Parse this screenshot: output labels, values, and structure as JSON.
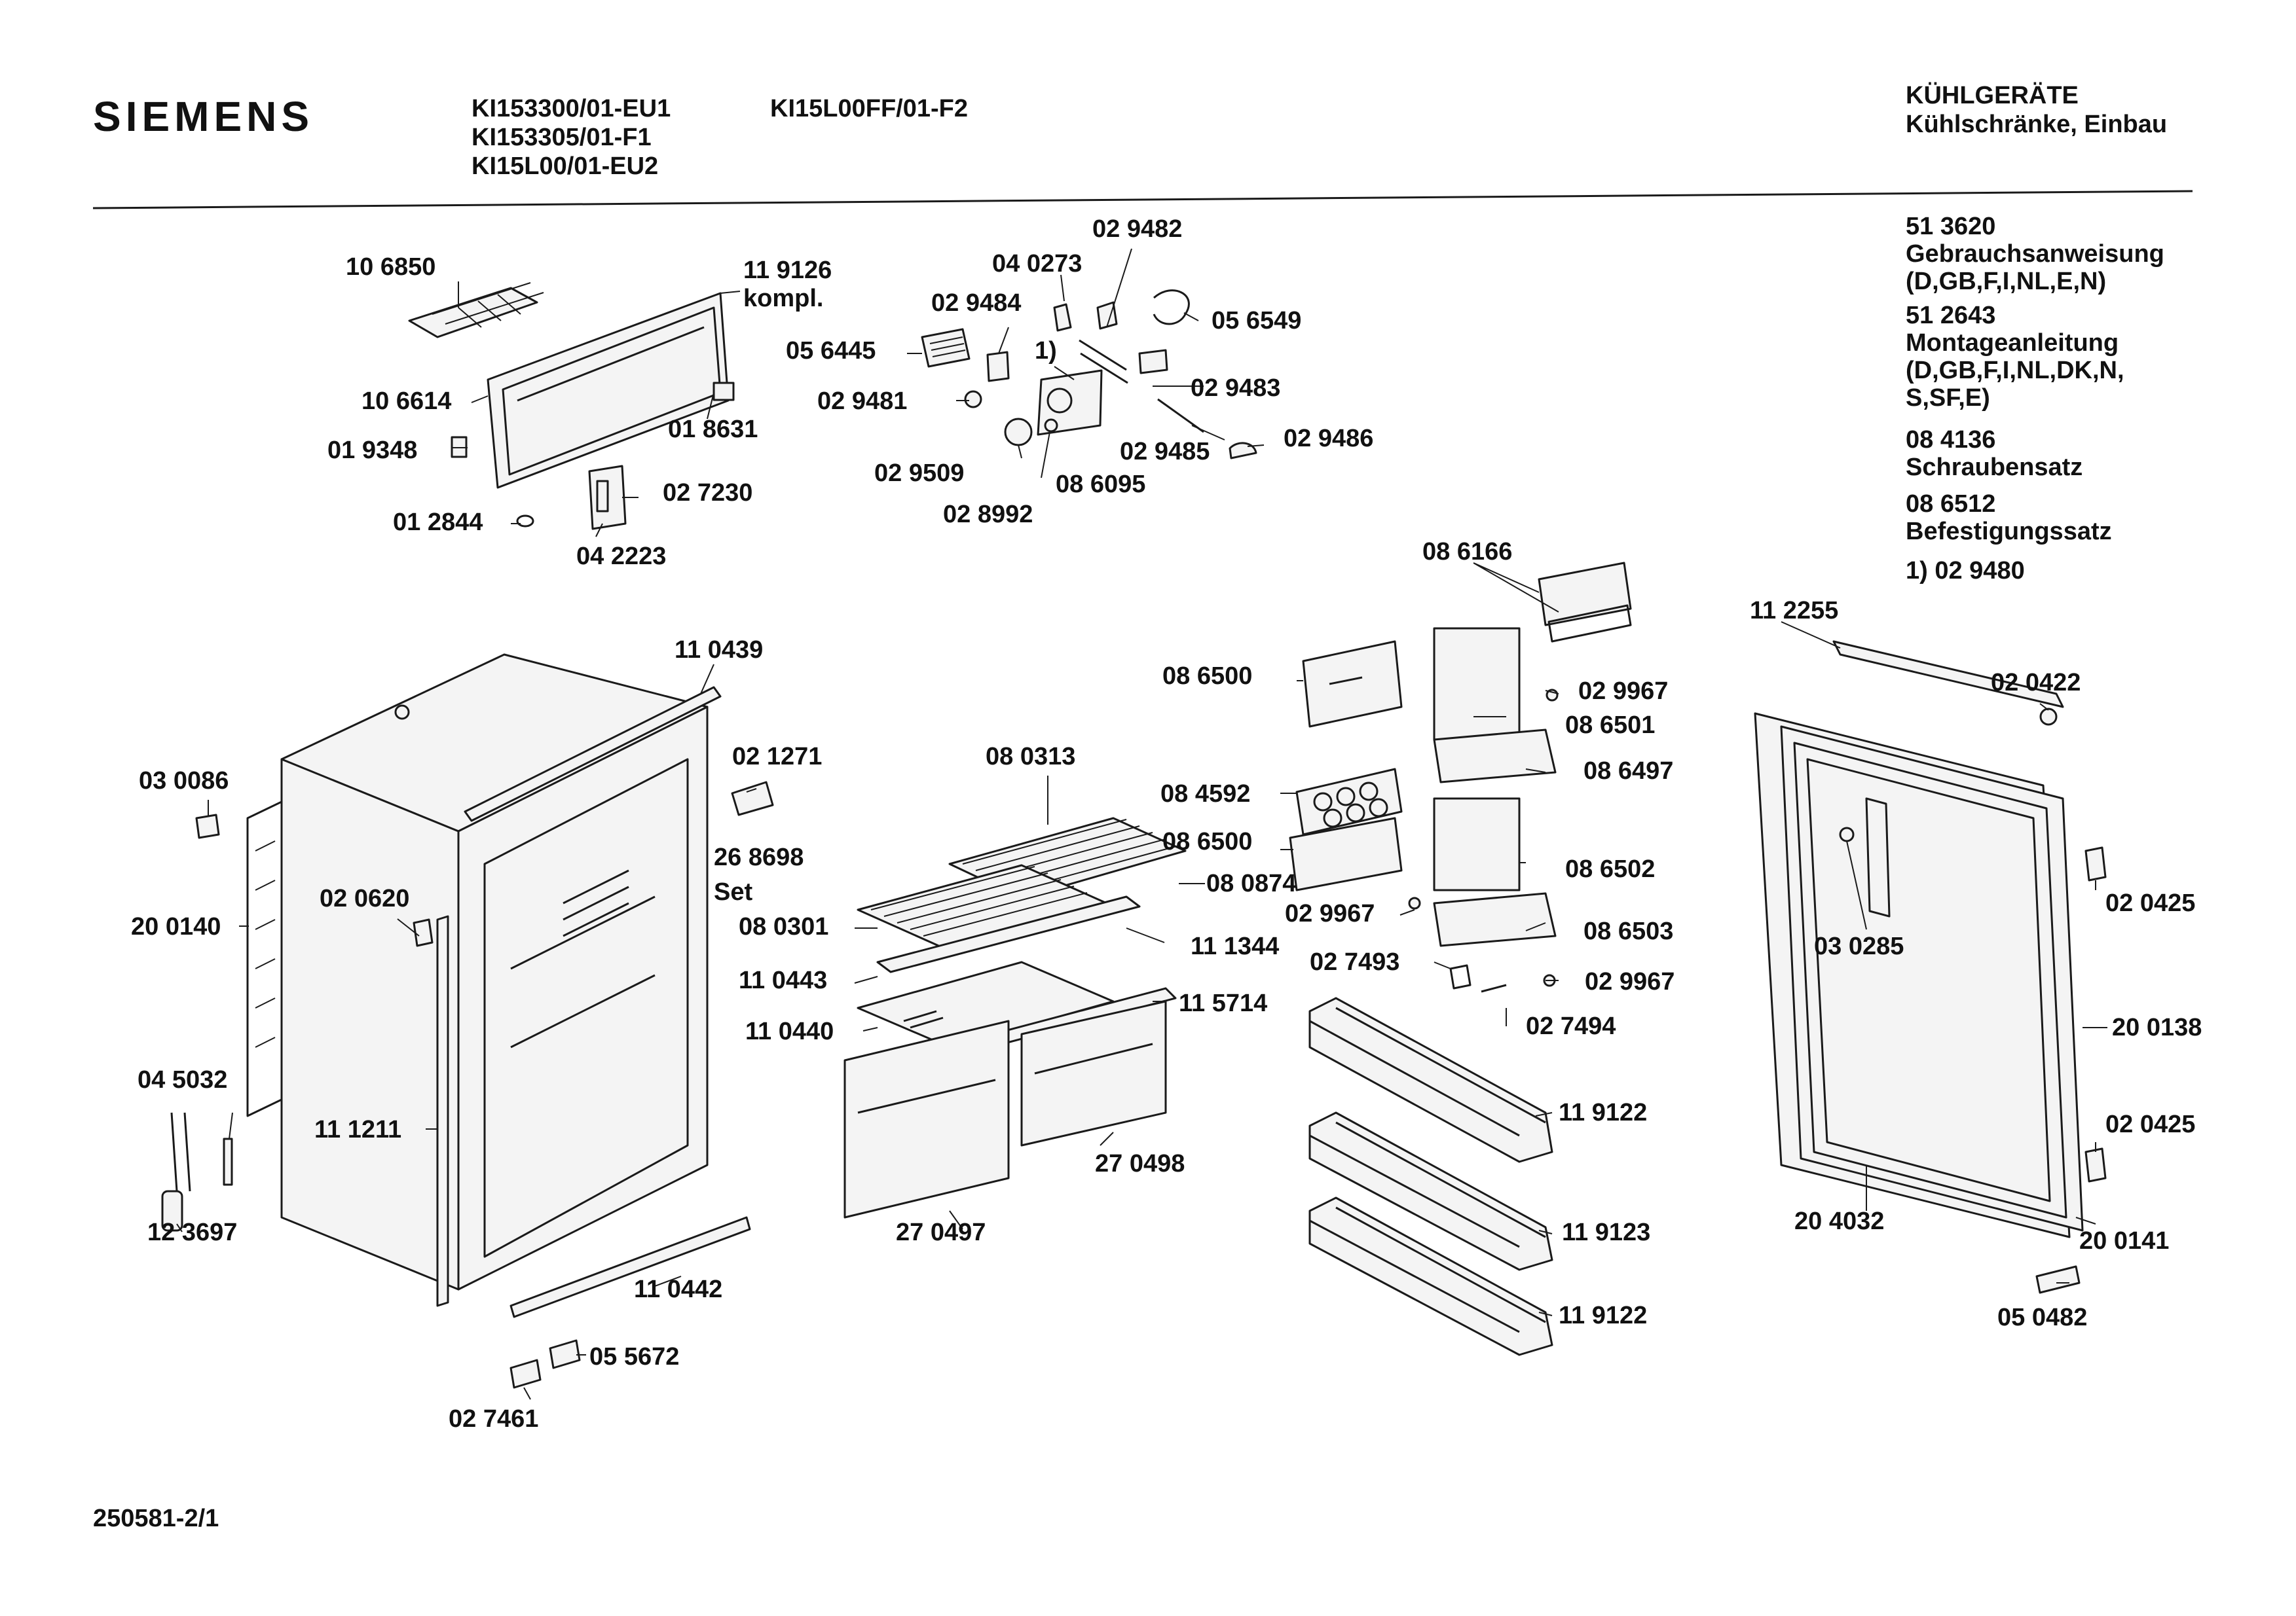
{
  "header": {
    "brand": "SIEMENS",
    "models": [
      "KI153300/01-EU1",
      "KI153305/01-F1",
      "KI15L00/01-EU2",
      "KI15L00FF/01-F2"
    ],
    "category": "KÜHLGERÄTE",
    "subcategory": "Kühlschränke, Einbau"
  },
  "documents": {
    "lines": [
      "51 3620",
      "Gebrauchsanweisung",
      "(D,GB,F,I,NL,E,N)",
      "51 2643",
      "Montageanleitung",
      "(D,GB,F,I,NL,DK,N,",
      "S,SF,E)",
      "08 4136",
      "Schraubensatz",
      "08 6512",
      "Befestigungssatz",
      "1)  02 9480"
    ]
  },
  "footer": {
    "drawing_number": "250581-2/1"
  },
  "parts": [
    {
      "id": "p1",
      "label": "10 6850"
    },
    {
      "id": "p2",
      "label": "11 9126"
    },
    {
      "id": "p3",
      "label": "kompl."
    },
    {
      "id": "p4",
      "label": "10 6614"
    },
    {
      "id": "p5",
      "label": "01 9348"
    },
    {
      "id": "p6",
      "label": "01 8631"
    },
    {
      "id": "p7",
      "label": "02 7230"
    },
    {
      "id": "p8",
      "label": "01 2844"
    },
    {
      "id": "p9",
      "label": "04 2223"
    },
    {
      "id": "p10",
      "label": "02 9482"
    },
    {
      "id": "p11",
      "label": "04 0273"
    },
    {
      "id": "p12",
      "label": "02 9484"
    },
    {
      "id": "p13",
      "label": "05 6549"
    },
    {
      "id": "p14",
      "label": "05 6445"
    },
    {
      "id": "p15",
      "label": "1)"
    },
    {
      "id": "p16",
      "label": "02 9483"
    },
    {
      "id": "p17",
      "label": "02 9481"
    },
    {
      "id": "p18",
      "label": "02 9486"
    },
    {
      "id": "p19",
      "label": "02 9485"
    },
    {
      "id": "p20",
      "label": "02 9509"
    },
    {
      "id": "p21",
      "label": "08 6095"
    },
    {
      "id": "p22",
      "label": "02 8992"
    },
    {
      "id": "p23",
      "label": "08 6166"
    },
    {
      "id": "p24",
      "label": "11 0439"
    },
    {
      "id": "p25",
      "label": "08 6500"
    },
    {
      "id": "p26",
      "label": "02 9967"
    },
    {
      "id": "p27",
      "label": "08 6501"
    },
    {
      "id": "p28",
      "label": "03 0086"
    },
    {
      "id": "p29",
      "label": "02 1271"
    },
    {
      "id": "p30",
      "label": "08 0313"
    },
    {
      "id": "p31",
      "label": "08 6497"
    },
    {
      "id": "p32",
      "label": "08 4592"
    },
    {
      "id": "p33",
      "label": "26 8698"
    },
    {
      "id": "p34",
      "label": "Set"
    },
    {
      "id": "p35",
      "label": "08 6500"
    },
    {
      "id": "p36",
      "label": "08 6502"
    },
    {
      "id": "p37",
      "label": "08 0874"
    },
    {
      "id": "p38",
      "label": "02 0620"
    },
    {
      "id": "p39",
      "label": "20 0140"
    },
    {
      "id": "p40",
      "label": "08 0301"
    },
    {
      "id": "p41",
      "label": "02 9967"
    },
    {
      "id": "p42",
      "label": "08 6503"
    },
    {
      "id": "p43",
      "label": "11 1344"
    },
    {
      "id": "p44",
      "label": "02 7493"
    },
    {
      "id": "p45",
      "label": "02 9967"
    },
    {
      "id": "p46",
      "label": "11 0443"
    },
    {
      "id": "p47",
      "label": "11 5714"
    },
    {
      "id": "p48",
      "label": "02 7494"
    },
    {
      "id": "p49",
      "label": "11 0440"
    },
    {
      "id": "p50",
      "label": "04 5032"
    },
    {
      "id": "p51",
      "label": "11 1211"
    },
    {
      "id": "p52",
      "label": "11 9122"
    },
    {
      "id": "p53",
      "label": "27 0498"
    },
    {
      "id": "p54",
      "label": "12 3697"
    },
    {
      "id": "p55",
      "label": "27 0497"
    },
    {
      "id": "p56",
      "label": "11 9123"
    },
    {
      "id": "p57",
      "label": "11 0442"
    },
    {
      "id": "p58",
      "label": "11 9122"
    },
    {
      "id": "p59",
      "label": "05 5672"
    },
    {
      "id": "p60",
      "label": "02 7461"
    },
    {
      "id": "p61",
      "label": "11 2255"
    },
    {
      "id": "p62",
      "label": "02 0422"
    },
    {
      "id": "p63",
      "label": "02 0425"
    },
    {
      "id": "p64",
      "label": "03 0285"
    },
    {
      "id": "p65",
      "label": "20 0138"
    },
    {
      "id": "p66",
      "label": "02 0425"
    },
    {
      "id": "p67",
      "label": "20 4032"
    },
    {
      "id": "p68",
      "label": "20 0141"
    },
    {
      "id": "p69",
      "label": "05 0482"
    }
  ]
}
